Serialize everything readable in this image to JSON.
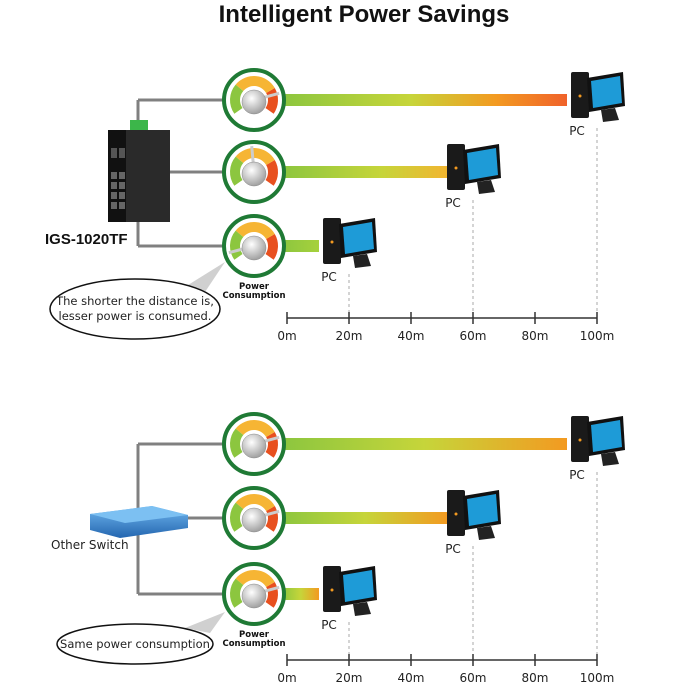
{
  "title": "Intelligent Power Savings",
  "colors": {
    "gauge_ring": "#1f7a35",
    "bar_green": "#8cc63f",
    "bar_yellow": "#f2c330",
    "bar_orange": "#f39a21",
    "bar_red": "#f0622a",
    "link": "#808080",
    "switch_blue": "#2f86cf"
  },
  "top": {
    "device_label": "IGS-1020TF",
    "gauge_caption_1": "Power",
    "gauge_caption_2": "Consumption",
    "bubble_line_1": "The shorter the distance is,",
    "bubble_line_2": "lesser power is consumed.",
    "links": [
      {
        "pc_label": "PC",
        "distance_m": 100,
        "bar_end": "red"
      },
      {
        "pc_label": "PC",
        "distance_m": 60,
        "bar_end": "yellow"
      },
      {
        "pc_label": "PC",
        "distance_m": 20,
        "bar_end": "green"
      }
    ],
    "axis_ticks": [
      "0m",
      "20m",
      "40m",
      "60m",
      "80m",
      "100m"
    ]
  },
  "bottom": {
    "device_label": "Other Switch",
    "gauge_caption_1": "Power",
    "gauge_caption_2": "Consumption",
    "bubble_text": "Same power consumption",
    "links": [
      {
        "pc_label": "PC",
        "distance_m": 100,
        "bar_end": "orange"
      },
      {
        "pc_label": "PC",
        "distance_m": 60,
        "bar_end": "orange"
      },
      {
        "pc_label": "PC",
        "distance_m": 20,
        "bar_end": "orange"
      }
    ],
    "axis_ticks": [
      "0m",
      "20m",
      "40m",
      "60m",
      "80m",
      "100m"
    ]
  }
}
